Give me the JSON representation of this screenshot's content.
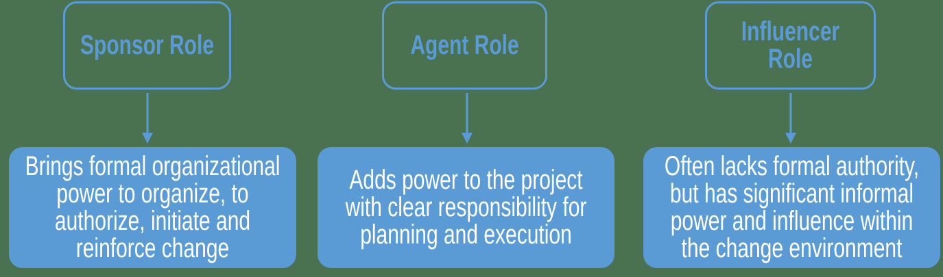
{
  "colors": {
    "background": "#4A7150",
    "accent": "#5B9BD5",
    "text_on_accent": "#FFFFFF"
  },
  "columns": [
    {
      "id": "sponsor",
      "title": "Sponsor Role",
      "description": "Brings formal organizational\npower to organize, to\nauthorize, initiate and\nreinforce change"
    },
    {
      "id": "agent",
      "title": "Agent Role",
      "description": "Adds power to the project\nwith clear responsibility for\nplanning and execution"
    },
    {
      "id": "influencer",
      "title": "Influencer\nRole",
      "description": "Often lacks formal authority,\nbut has significant informal\npower and influence within\nthe change environment"
    }
  ]
}
